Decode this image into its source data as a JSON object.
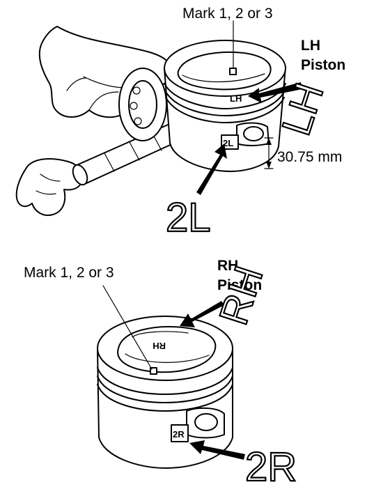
{
  "top": {
    "mark_label": "Mark 1, 2 or 3",
    "side_label_line1": "LH",
    "side_label_line2": "Piston",
    "measure_label": "30.75 mm",
    "big_code": "2L",
    "big_side": "LH",
    "crown_mark": "LH",
    "skirt_code": "2L"
  },
  "bottom": {
    "mark_label": "Mark 1, 2 or 3",
    "side_label_line1": "RH",
    "side_label_line2": "Piston",
    "big_code": "2R",
    "big_side": "RH",
    "crown_mark": "RH",
    "skirt_code": "2R"
  }
}
